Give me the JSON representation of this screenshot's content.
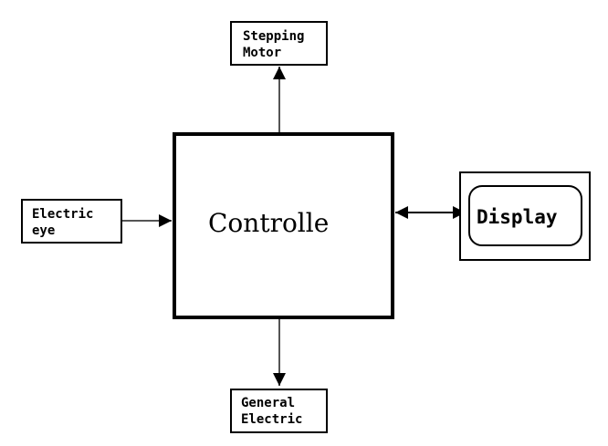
{
  "diagram": {
    "stepping_motor": {
      "line1": "Stepping",
      "line2": "Motor"
    },
    "electric_eye": {
      "line1": "Electric",
      "line2": "eye"
    },
    "controller": {
      "label": "Controlle"
    },
    "display": {
      "label": "Display"
    },
    "general_electric": {
      "line1": "General",
      "line2": "Electric"
    }
  }
}
